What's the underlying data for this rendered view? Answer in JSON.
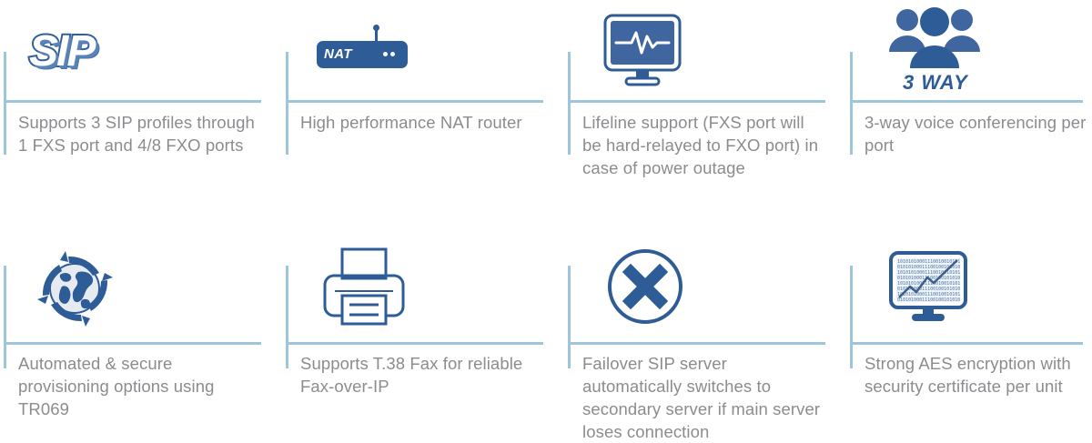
{
  "theme": {
    "accent_blue": "#2e5c96",
    "rule_blue": "#9dc6dd",
    "caption_gray": "#8c8c90",
    "background": "#ffffff"
  },
  "features": [
    {
      "id": "sip-profiles",
      "icon": "sip-logo-icon",
      "icon_label": "SIP",
      "caption": "Supports 3 SIP profiles through 1 FXS port and 4/8 FXO ports"
    },
    {
      "id": "nat-router",
      "icon": "nat-router-icon",
      "icon_label": "NAT",
      "caption": "High performance NAT router"
    },
    {
      "id": "lifeline-support",
      "icon": "monitor-pulse-icon",
      "icon_label": "",
      "caption": "Lifeline support (FXS port will be hard-relayed to FXO port) in case of power outage"
    },
    {
      "id": "three-way-conferencing",
      "icon": "three-people-icon",
      "icon_label": "3 WAY",
      "caption": "3-way voice conferencing per port"
    },
    {
      "id": "auto-provisioning",
      "icon": "globe-refresh-icon",
      "icon_label": "",
      "caption": "Automated & secure provisioning options using TR069"
    },
    {
      "id": "t38-fax",
      "icon": "printer-fax-icon",
      "icon_label": "",
      "caption": "Supports T.38 Fax for reliable Fax-over-IP"
    },
    {
      "id": "failover-sip-server",
      "icon": "circle-x-icon",
      "icon_label": "",
      "caption": "Failover SIP server automatically switches to secondary server if main server loses connection"
    },
    {
      "id": "aes-encryption",
      "icon": "monitor-binary-chart-icon",
      "icon_label": "",
      "caption": "Strong AES encryption with security certificate per unit"
    }
  ]
}
